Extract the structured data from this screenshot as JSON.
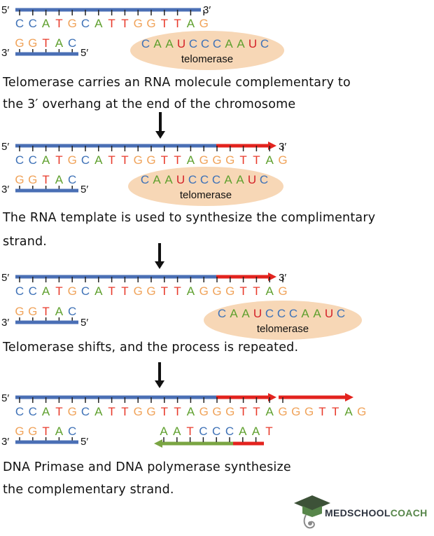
{
  "colors": {
    "blue": "#4a6fb5",
    "red": "#e3231e",
    "green": "#7aa542",
    "A": "#5fa02e",
    "C": "#3f72b7",
    "G": "#f0a35a",
    "T": "#e8392a",
    "U": "#d4232a",
    "ellipse": "#f7d7b6"
  },
  "labels": {
    "five_prime": "5′",
    "three_prime": "3′",
    "telomerase": "telomerase"
  },
  "sequences": {
    "top_strand": "CCATGCATTGGTTAG",
    "top_extended": "CCATGCATTGGTTAGGGTTAG",
    "top_final": "CCATGCATTGGTTAGGGTTAGGGTTAG",
    "bottom_strand": "GGTAC",
    "rna_template": "CAAUCCCAAUC",
    "new_strand": "AATCCCAAT"
  },
  "captions": {
    "step1_line1": "Telomerase carries an RNA molecule complementary to",
    "step1_line2": "the 3′ overhang at the end of the chromosome",
    "step2_line1": "The RNA template is used to synthesize the complimentary",
    "step2_line2": "strand.",
    "step3_line1": "Telomerase shifts, and the process is repeated.",
    "step4_line1": "DNA Primase and DNA polymerase synthesize",
    "step4_line2": "the complementary strand."
  },
  "brand": {
    "part1": "MEDSCHOOL",
    "part2": "COACH"
  }
}
